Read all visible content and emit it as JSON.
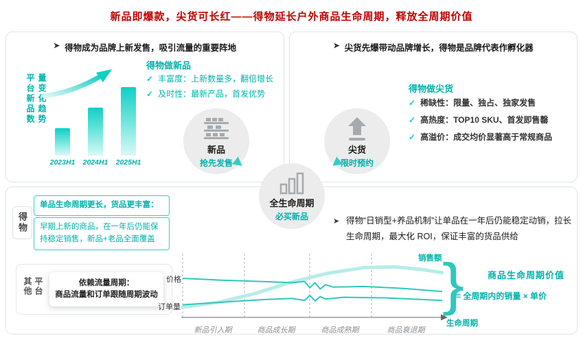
{
  "title": "新品即爆款，尖货可长红——得物延长户外商品生命周期，释放全周期价值",
  "icons": {
    "pointer": "➤",
    "check": "✓",
    "brace": "}"
  },
  "colors": {
    "title_red": "#c00000",
    "accent_teal": "#00b3ab",
    "line_teal": "#2fc7bd",
    "bar_gradient_top": "#0ed0c4",
    "circle_gray": "#ececec"
  },
  "top_left": {
    "header": "得物成为品牌上新发售，吸引流量的重要阵地",
    "section_title": "得物做新品",
    "bullets": [
      "丰富度：上新数量多，翻倍增长",
      "及时性：最新产品，首发优势"
    ]
  },
  "top_right": {
    "header": "尖货先爆带动品牌增长，得物是品牌代表作孵化器",
    "section_title": "得物做尖货",
    "bullets": [
      "稀缺性：限量、独占、独家发售",
      "高热度：TOP10 SKU、首发即售罄",
      "高溢价：成交均价显著高于常规商品"
    ]
  },
  "circles": {
    "new_product": {
      "title": "新品",
      "subtitle": "抢先发售"
    },
    "hot_item": {
      "title": "尖货",
      "subtitle": "限时预约"
    },
    "lifecycle": {
      "title": "全生命周期",
      "subtitle": "必买新品"
    }
  },
  "bottom": {
    "dewu_label": "得物",
    "dewu_box_lead": "单品生命周期更长，货品更丰富：",
    "dewu_box_detail": "早期上新的商品，在一年后仍能保持稳定销售，新品+老品全面覆盖",
    "other_platform_label": "其他平台",
    "other_box_lead": "依赖流量周期：",
    "other_box_detail": "商品流量和订单跟随周期波动",
    "right_note": "得物“日销型+养品机制”让单品在一年后仍能稳定动销，拉长生命周期，最大化 ROI，保证丰富的货品供给",
    "value_title": "商品生命周期价值",
    "value_formula": "= 全周期内的销量 × 单价"
  },
  "chart_data": [
    {
      "type": "bar",
      "title": "平台新品数量变化趋势",
      "categories": [
        "2023H1",
        "2024H1",
        "2025H1"
      ],
      "values": [
        40,
        70,
        100
      ],
      "xlabel": "",
      "ylabel": "",
      "note": "无数值轴；柱高为相对示意，体现上新数量逐年翻倍增长"
    },
    {
      "type": "line",
      "title": "商品生命周期曲线（示意）",
      "xlabel": "生命周期",
      "x_phases": [
        "新品引入期",
        "商品成长期",
        "商品成熟期",
        "商品衰退期"
      ],
      "legend_position": "inline",
      "series": [
        {
          "key": "sales",
          "name": "销售额",
          "points": [
            [
              0,
              16
            ],
            [
              14,
              24
            ],
            [
              28,
              38
            ],
            [
              42,
              56
            ],
            [
              56,
              70
            ],
            [
              70,
              79
            ],
            [
              82,
              80
            ],
            [
              92,
              76
            ],
            [
              100,
              71
            ]
          ]
        },
        {
          "key": "price",
          "name": "价格",
          "points": [
            [
              0,
              62
            ],
            [
              15,
              59
            ],
            [
              30,
              57
            ],
            [
              42,
              55
            ],
            [
              47,
              57
            ],
            [
              49,
              47
            ],
            [
              51,
              55
            ],
            [
              53,
              45
            ],
            [
              55,
              52
            ],
            [
              58,
              48
            ],
            [
              70,
              49
            ],
            [
              85,
              46
            ],
            [
              100,
              41
            ]
          ]
        },
        {
          "key": "orders",
          "name": "订单量",
          "points": [
            [
              0,
              20
            ],
            [
              15,
              24
            ],
            [
              30,
              28
            ],
            [
              42,
              30
            ],
            [
              47,
              27
            ],
            [
              49,
              35
            ],
            [
              51,
              26
            ],
            [
              53,
              33
            ],
            [
              55,
              29
            ],
            [
              62,
              32
            ],
            [
              78,
              31
            ],
            [
              100,
              27
            ]
          ]
        }
      ]
    }
  ]
}
